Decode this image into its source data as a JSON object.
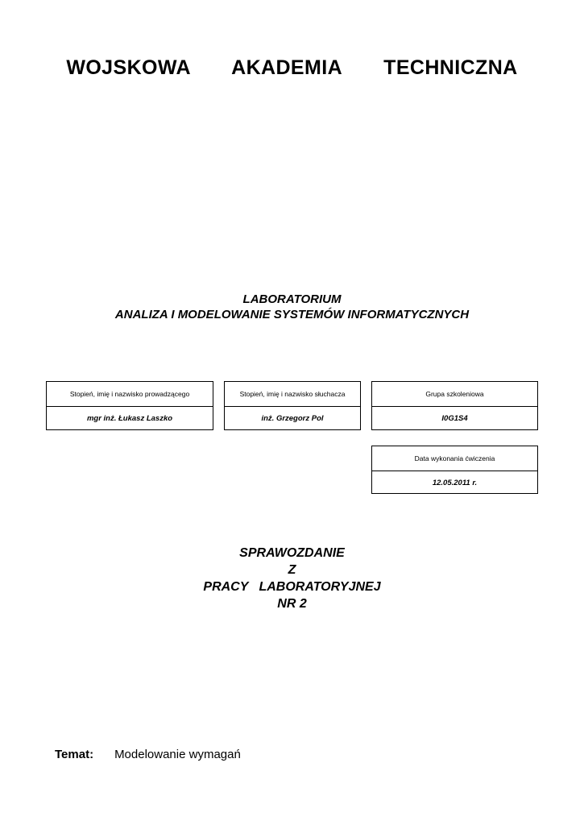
{
  "document": {
    "university_title": "WOJSKOWA   AKADEMIA   TECHNICZNA",
    "lab_heading": {
      "line1": "LABORATORIUM",
      "line2": "ANALIZA I MODELOWANIE SYSTEMÓW INFORMATYCZNYCH"
    },
    "info_boxes": [
      {
        "id": "instructor",
        "header": "Stopień, imię i nazwisko prowadzącego",
        "value": "mgr inż. Łukasz Laszko"
      },
      {
        "id": "student",
        "header": "Stopień, imię i nazwisko słuchacza",
        "value": "inż. Grzegorz Pol"
      },
      {
        "id": "group",
        "header": "Grupa szkoleniowa",
        "value": "I0G1S4"
      },
      {
        "id": "date",
        "header": "Data wykonania ćwiczenia",
        "value": "12.05.2011 r."
      }
    ],
    "report_title": {
      "line1": "SPRAWOZDANIE",
      "line2": "Z",
      "line3": "PRACY   LABORATORYJNEJ",
      "line4": "NR 2"
    },
    "topic": {
      "label": "Temat:",
      "value": "Modelowanie wymagań"
    },
    "colors": {
      "text": "#000000",
      "background": "#ffffff",
      "border": "#000000"
    }
  }
}
